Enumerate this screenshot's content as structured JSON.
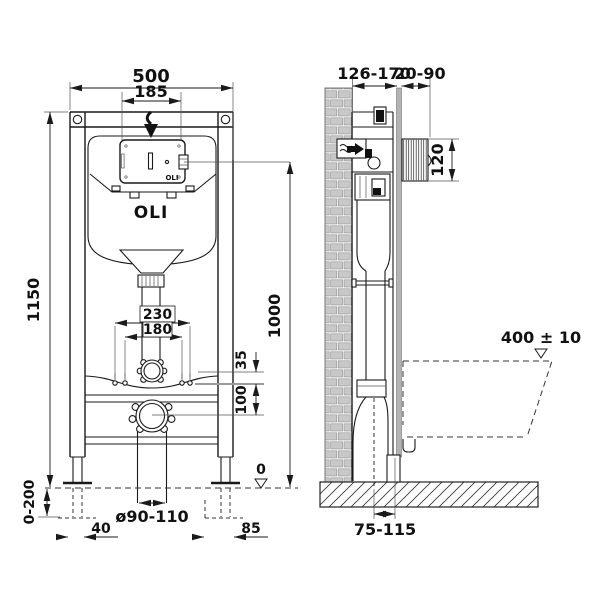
{
  "brand": {
    "logo_main": "OLI",
    "logo_plate": "OLI"
  },
  "front_view": {
    "dim_total_width": "500",
    "dim_access_width": "185",
    "dim_total_height": "1150",
    "dim_spacing_outer": "230",
    "dim_spacing_inner": "180",
    "dim_bolt_offset": "35",
    "dim_drain_height": "100",
    "dim_floor_zero": "0",
    "dim_leg_range": "0-200",
    "dim_left_foot": "40",
    "dim_drain_diameter": "ø90-110",
    "dim_right_foot": "85",
    "dim_panel_height": "1000"
  },
  "side_view": {
    "dim_frame_depth": "126-170",
    "dim_wall_finish": "20-90",
    "dim_plate_height": "120",
    "dim_bowl_height": "400 ± 10",
    "dim_outlet_offset": "75-115"
  },
  "colors": {
    "line": "#1a1a1a",
    "brick_fill": "#c8c8c8",
    "wall_band": "#b3b3b3",
    "background": "#ffffff"
  }
}
